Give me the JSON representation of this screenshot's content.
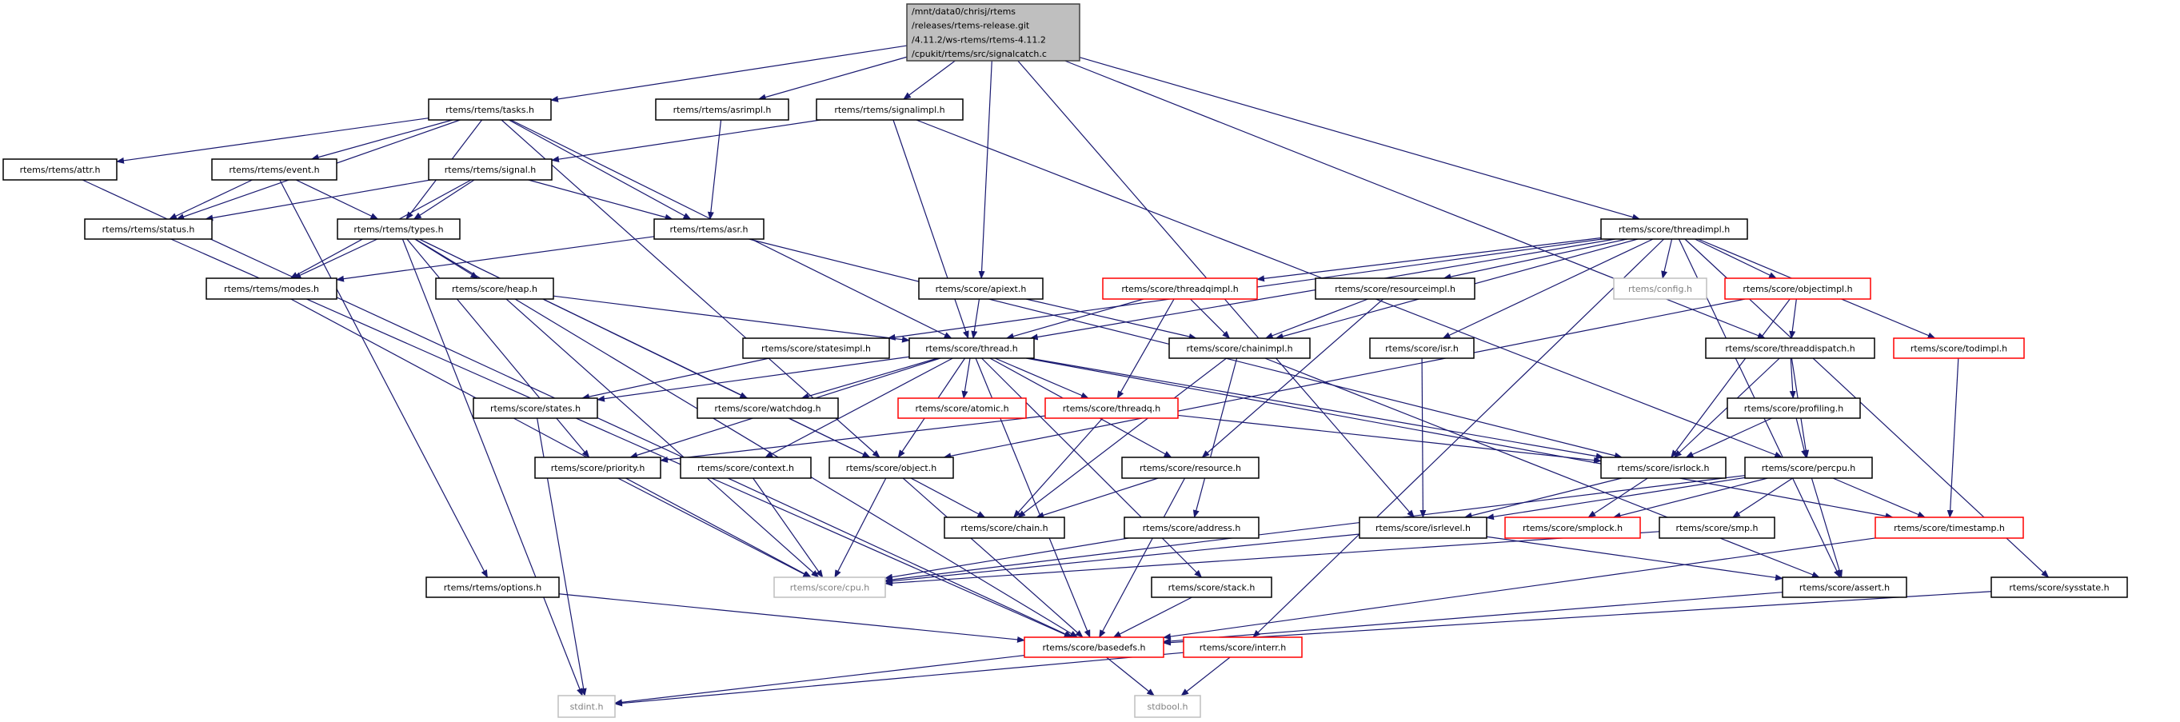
{
  "graph": {
    "colors": {
      "edge": "#191970",
      "normal_border": "#000000",
      "red_border": "#ff0000",
      "system_border": "#bfbfbf",
      "system_text": "#808080",
      "root_fill": "#bfbfbf"
    },
    "nodes": [
      {
        "id": "root",
        "style": "root",
        "lines": [
          "/mnt/data0/chrisj/rtems",
          "/releases/rtems-release.git",
          "/4.11.2/ws-rtems/rtems-4.11.2",
          "/cpukit/rtems/src/signalcatch.c"
        ]
      },
      {
        "id": "tasks",
        "style": "normal",
        "lines": [
          "rtems/rtems/tasks.h"
        ]
      },
      {
        "id": "asrimpl",
        "style": "normal",
        "lines": [
          "rtems/rtems/asrimpl.h"
        ]
      },
      {
        "id": "signalimpl",
        "style": "normal",
        "lines": [
          "rtems/rtems/signalimpl.h"
        ]
      },
      {
        "id": "attr",
        "style": "normal",
        "lines": [
          "rtems/rtems/attr.h"
        ]
      },
      {
        "id": "event",
        "style": "normal",
        "lines": [
          "rtems/rtems/event.h"
        ]
      },
      {
        "id": "signal",
        "style": "normal",
        "lines": [
          "rtems/rtems/signal.h"
        ]
      },
      {
        "id": "status",
        "style": "normal",
        "lines": [
          "rtems/rtems/status.h"
        ]
      },
      {
        "id": "types",
        "style": "normal",
        "lines": [
          "rtems/rtems/types.h"
        ]
      },
      {
        "id": "asr",
        "style": "normal",
        "lines": [
          "rtems/rtems/asr.h"
        ]
      },
      {
        "id": "threadimpl",
        "style": "normal",
        "lines": [
          "rtems/score/threadimpl.h"
        ]
      },
      {
        "id": "modes",
        "style": "normal",
        "lines": [
          "rtems/rtems/modes.h"
        ]
      },
      {
        "id": "heap",
        "style": "normal",
        "lines": [
          "rtems/score/heap.h"
        ]
      },
      {
        "id": "apiext",
        "style": "normal",
        "lines": [
          "rtems/score/apiext.h"
        ]
      },
      {
        "id": "threadqimpl",
        "style": "red",
        "lines": [
          "rtems/score/threadqimpl.h"
        ]
      },
      {
        "id": "resourceimpl",
        "style": "normal",
        "lines": [
          "rtems/score/resourceimpl.h"
        ]
      },
      {
        "id": "config",
        "style": "system",
        "lines": [
          "rtems/config.h"
        ]
      },
      {
        "id": "objectimpl",
        "style": "red",
        "lines": [
          "rtems/score/objectimpl.h"
        ]
      },
      {
        "id": "statesimpl",
        "style": "normal",
        "lines": [
          "rtems/score/statesimpl.h"
        ]
      },
      {
        "id": "thread",
        "style": "normal",
        "lines": [
          "rtems/score/thread.h"
        ]
      },
      {
        "id": "chainimpl",
        "style": "normal",
        "lines": [
          "rtems/score/chainimpl.h"
        ]
      },
      {
        "id": "isr",
        "style": "normal",
        "lines": [
          "rtems/score/isr.h"
        ]
      },
      {
        "id": "threaddispatch",
        "style": "normal",
        "lines": [
          "rtems/score/threaddispatch.h"
        ]
      },
      {
        "id": "todimpl",
        "style": "red",
        "lines": [
          "rtems/score/todimpl.h"
        ]
      },
      {
        "id": "states",
        "style": "normal",
        "lines": [
          "rtems/score/states.h"
        ]
      },
      {
        "id": "watchdog",
        "style": "normal",
        "lines": [
          "rtems/score/watchdog.h"
        ]
      },
      {
        "id": "atomic",
        "style": "red",
        "lines": [
          "rtems/score/atomic.h"
        ]
      },
      {
        "id": "threadq",
        "style": "red",
        "lines": [
          "rtems/score/threadq.h"
        ]
      },
      {
        "id": "profiling",
        "style": "normal",
        "lines": [
          "rtems/score/profiling.h"
        ]
      },
      {
        "id": "priority",
        "style": "normal",
        "lines": [
          "rtems/score/priority.h"
        ]
      },
      {
        "id": "context",
        "style": "normal",
        "lines": [
          "rtems/score/context.h"
        ]
      },
      {
        "id": "object",
        "style": "normal",
        "lines": [
          "rtems/score/object.h"
        ]
      },
      {
        "id": "resource",
        "style": "normal",
        "lines": [
          "rtems/score/resource.h"
        ]
      },
      {
        "id": "isrlock",
        "style": "normal",
        "lines": [
          "rtems/score/isrlock.h"
        ]
      },
      {
        "id": "percpu",
        "style": "normal",
        "lines": [
          "rtems/score/percpu.h"
        ]
      },
      {
        "id": "chain",
        "style": "normal",
        "lines": [
          "rtems/score/chain.h"
        ]
      },
      {
        "id": "address",
        "style": "normal",
        "lines": [
          "rtems/score/address.h"
        ]
      },
      {
        "id": "isrlevel",
        "style": "normal",
        "lines": [
          "rtems/score/isrlevel.h"
        ]
      },
      {
        "id": "smplock",
        "style": "red",
        "lines": [
          "rtems/score/smplock.h"
        ]
      },
      {
        "id": "smp",
        "style": "normal",
        "lines": [
          "rtems/score/smp.h"
        ]
      },
      {
        "id": "timestamp",
        "style": "red",
        "lines": [
          "rtems/score/timestamp.h"
        ]
      },
      {
        "id": "options",
        "style": "normal",
        "lines": [
          "rtems/rtems/options.h"
        ]
      },
      {
        "id": "cpu",
        "style": "system",
        "lines": [
          "rtems/score/cpu.h"
        ]
      },
      {
        "id": "stack",
        "style": "normal",
        "lines": [
          "rtems/score/stack.h"
        ]
      },
      {
        "id": "assert",
        "style": "normal",
        "lines": [
          "rtems/score/assert.h"
        ]
      },
      {
        "id": "sysstate",
        "style": "normal",
        "lines": [
          "rtems/score/sysstate.h"
        ]
      },
      {
        "id": "basedefs",
        "style": "red",
        "lines": [
          "rtems/score/basedefs.h"
        ]
      },
      {
        "id": "interr",
        "style": "red",
        "lines": [
          "rtems/score/interr.h"
        ]
      },
      {
        "id": "stdint",
        "style": "system",
        "lines": [
          "stdint.h"
        ]
      },
      {
        "id": "stdbool",
        "style": "system",
        "lines": [
          "stdbool.h"
        ]
      }
    ],
    "edges": [
      [
        "root",
        "tasks"
      ],
      [
        "root",
        "asrimpl"
      ],
      [
        "root",
        "signalimpl"
      ],
      [
        "root",
        "apiext"
      ],
      [
        "root",
        "threadimpl"
      ],
      [
        "root",
        "threaddispatch"
      ],
      [
        "root",
        "isrlevel"
      ],
      [
        "tasks",
        "attr"
      ],
      [
        "tasks",
        "event"
      ],
      [
        "tasks",
        "status"
      ],
      [
        "tasks",
        "types"
      ],
      [
        "tasks",
        "asr"
      ],
      [
        "tasks",
        "thread"
      ],
      [
        "tasks",
        "object"
      ],
      [
        "asrimpl",
        "asr"
      ],
      [
        "signalimpl",
        "signal"
      ],
      [
        "signalimpl",
        "thread"
      ],
      [
        "signalimpl",
        "percpu"
      ],
      [
        "attr",
        "basedefs"
      ],
      [
        "event",
        "status"
      ],
      [
        "event",
        "types"
      ],
      [
        "event",
        "options"
      ],
      [
        "signal",
        "status"
      ],
      [
        "signal",
        "types"
      ],
      [
        "signal",
        "asr"
      ],
      [
        "signal",
        "modes"
      ],
      [
        "status",
        "basedefs"
      ],
      [
        "types",
        "modes"
      ],
      [
        "types",
        "heap"
      ],
      [
        "types",
        "watchdog"
      ],
      [
        "types",
        "priority"
      ],
      [
        "types",
        "object"
      ],
      [
        "types",
        "stdint"
      ],
      [
        "types",
        "basedefs"
      ],
      [
        "asr",
        "modes"
      ],
      [
        "asr",
        "isrlock"
      ],
      [
        "modes",
        "cpu"
      ],
      [
        "heap",
        "thread"
      ],
      [
        "heap",
        "cpu"
      ],
      [
        "apiext",
        "thread"
      ],
      [
        "apiext",
        "chainimpl"
      ],
      [
        "threadimpl",
        "statesimpl"
      ],
      [
        "threadimpl",
        "thread"
      ],
      [
        "threadimpl",
        "threadqimpl"
      ],
      [
        "threadimpl",
        "chainimpl"
      ],
      [
        "threadimpl",
        "resourceimpl"
      ],
      [
        "threadimpl",
        "isr"
      ],
      [
        "threadimpl",
        "config"
      ],
      [
        "threadimpl",
        "objectimpl"
      ],
      [
        "threadimpl",
        "todimpl"
      ],
      [
        "threadimpl",
        "assert"
      ],
      [
        "threadimpl",
        "sysstate"
      ],
      [
        "threadimpl",
        "interr"
      ],
      [
        "threadqimpl",
        "thread"
      ],
      [
        "threadqimpl",
        "chainimpl"
      ],
      [
        "threadqimpl",
        "threadq"
      ],
      [
        "resourceimpl",
        "chainimpl"
      ],
      [
        "resourceimpl",
        "resource"
      ],
      [
        "objectimpl",
        "threaddispatch"
      ],
      [
        "objectimpl",
        "isrlock"
      ],
      [
        "objectimpl",
        "object"
      ],
      [
        "statesimpl",
        "states"
      ],
      [
        "thread",
        "states"
      ],
      [
        "thread",
        "watchdog"
      ],
      [
        "thread",
        "atomic"
      ],
      [
        "thread",
        "threadq"
      ],
      [
        "thread",
        "priority"
      ],
      [
        "thread",
        "context"
      ],
      [
        "thread",
        "object"
      ],
      [
        "thread",
        "resource"
      ],
      [
        "thread",
        "isrlock"
      ],
      [
        "thread",
        "timestamp"
      ],
      [
        "thread",
        "stack"
      ],
      [
        "thread",
        "basedefs"
      ],
      [
        "chainimpl",
        "chain"
      ],
      [
        "chainimpl",
        "address"
      ],
      [
        "chainimpl",
        "assert"
      ],
      [
        "isr",
        "isrlevel"
      ],
      [
        "threaddispatch",
        "isrlock"
      ],
      [
        "threaddispatch",
        "profiling"
      ],
      [
        "threaddispatch",
        "percpu"
      ],
      [
        "todimpl",
        "timestamp"
      ],
      [
        "threadq",
        "priority"
      ],
      [
        "threadq",
        "chain"
      ],
      [
        "threadq",
        "isrlock"
      ],
      [
        "profiling",
        "isrlock"
      ],
      [
        "profiling",
        "percpu"
      ],
      [
        "states",
        "stdint"
      ],
      [
        "watchdog",
        "object"
      ],
      [
        "priority",
        "cpu"
      ],
      [
        "context",
        "cpu"
      ],
      [
        "object",
        "chain"
      ],
      [
        "object",
        "cpu"
      ],
      [
        "object",
        "basedefs"
      ],
      [
        "resource",
        "chain"
      ],
      [
        "resource",
        "basedefs"
      ],
      [
        "isrlock",
        "isrlevel"
      ],
      [
        "isrlock",
        "smplock"
      ],
      [
        "percpu",
        "isrlevel"
      ],
      [
        "percpu",
        "smplock"
      ],
      [
        "percpu",
        "smp"
      ],
      [
        "percpu",
        "timestamp"
      ],
      [
        "percpu",
        "assert"
      ],
      [
        "percpu",
        "cpu"
      ],
      [
        "isrlevel",
        "cpu"
      ],
      [
        "isrlevel",
        "assert"
      ],
      [
        "address",
        "cpu"
      ],
      [
        "smp",
        "cpu"
      ],
      [
        "timestamp",
        "basedefs"
      ],
      [
        "options",
        "basedefs"
      ],
      [
        "stack",
        "basedefs"
      ],
      [
        "assert",
        "basedefs"
      ],
      [
        "sysstate",
        "basedefs"
      ],
      [
        "basedefs",
        "stdint"
      ],
      [
        "basedefs",
        "stdbool"
      ],
      [
        "interr",
        "stdint"
      ],
      [
        "interr",
        "stdbool"
      ]
    ]
  }
}
